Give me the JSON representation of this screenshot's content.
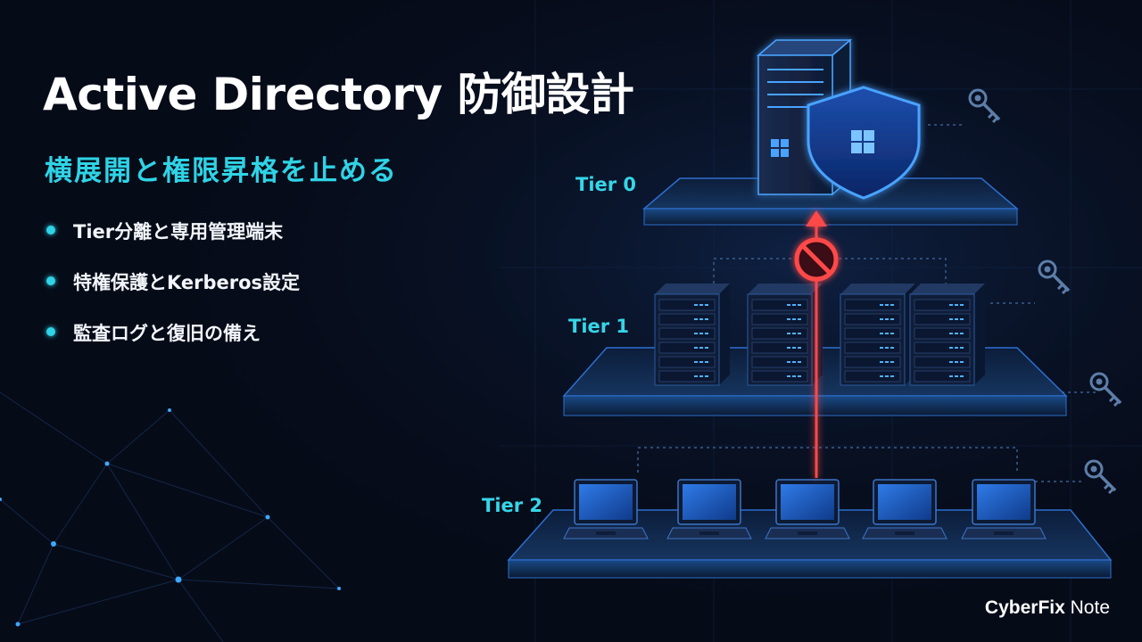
{
  "title": "Active Directory 防御設計",
  "subtitle": "横展開と権限昇格を止める",
  "bullets": [
    "Tier分離と専用管理端末",
    "特権保護とKerberos設定",
    "監査ログと復旧の備え"
  ],
  "tiers": {
    "tier0": "Tier 0",
    "tier1": "Tier 1",
    "tier2": "Tier 2"
  },
  "brand": {
    "bold": "CyberFix",
    "regular": "Note"
  },
  "colors": {
    "accent": "#2fd3e6",
    "background": "#060b18",
    "glow": "#2a8cff",
    "block_arrow": "#ff4a4a"
  },
  "icons": [
    "windows-logo-icon",
    "shield-icon",
    "key-icon",
    "no-entry-icon",
    "server-icon",
    "laptop-icon"
  ]
}
